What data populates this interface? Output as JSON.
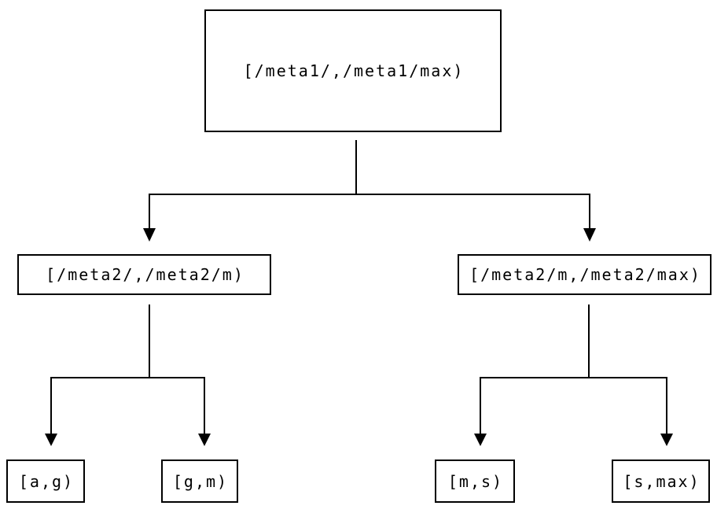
{
  "colors": {
    "background": "#ffffff",
    "line": "#000000",
    "text": "#000000",
    "node_fill": "#ffffff"
  },
  "nodes": {
    "root": {
      "label": "[/meta1/,/meta1/max)"
    },
    "left_mid": {
      "label": "[/meta2/,/meta2/m)"
    },
    "right_mid": {
      "label": "[/meta2/m,/meta2/max)"
    },
    "leaf_ag": {
      "label": "[a,g)"
    },
    "leaf_gm": {
      "label": "[g,m)"
    },
    "leaf_ms": {
      "label": "[m,s)"
    },
    "leaf_smax": {
      "label": "[s,max)"
    }
  },
  "edges": [
    {
      "from": "root",
      "to": "left_mid"
    },
    {
      "from": "root",
      "to": "right_mid"
    },
    {
      "from": "left_mid",
      "to": "leaf_ag"
    },
    {
      "from": "left_mid",
      "to": "leaf_gm"
    },
    {
      "from": "right_mid",
      "to": "leaf_ms"
    },
    {
      "from": "right_mid",
      "to": "leaf_smax"
    }
  ]
}
